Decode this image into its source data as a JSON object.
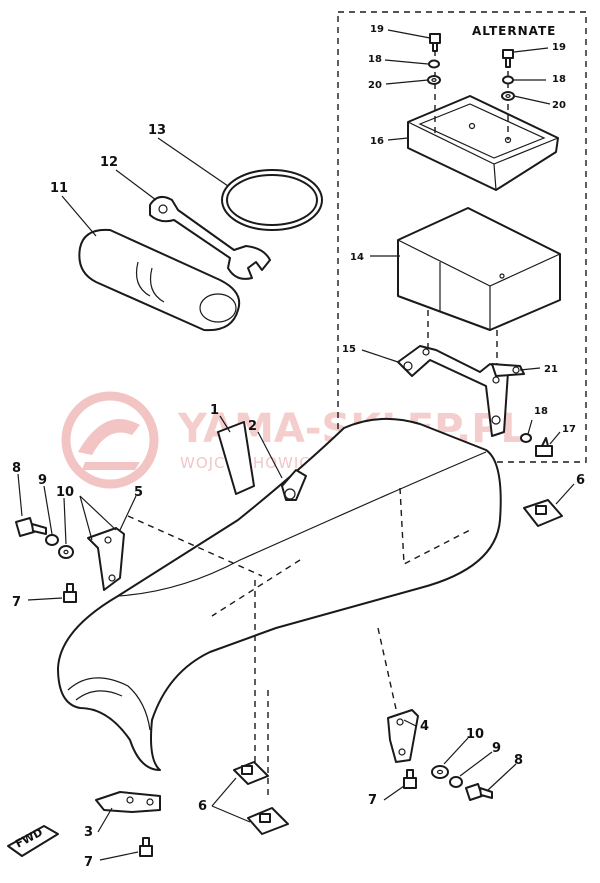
{
  "alternate_label": "ALTERNATE",
  "fwd_label": "FWD",
  "watermark": {
    "title": "YAMA-SKLEP.PL",
    "subtitle": "WOJCIECHOWICZ | DEALER YAMAHA"
  },
  "callouts": {
    "c1": "1",
    "c2": "2",
    "c3": "3",
    "c4": "4",
    "c5": "5",
    "c6a": "6",
    "c6b": "6",
    "c7a": "7",
    "c7b": "7",
    "c7c": "7",
    "c8a": "8",
    "c8b": "8",
    "c9a": "9",
    "c9b": "9",
    "c10a": "10",
    "c10b": "10",
    "c11": "11",
    "c12": "12",
    "c13": "13",
    "c14": "14",
    "c15": "15",
    "c16": "16",
    "c17": "17",
    "c18a": "18",
    "c18b": "18",
    "c18c": "18",
    "c19a": "19",
    "c19b": "19",
    "c20a": "20",
    "c20b": "20",
    "c21": "21"
  },
  "colors": {
    "line": "#1a1a1a",
    "watermark": "#f0b8b8"
  }
}
